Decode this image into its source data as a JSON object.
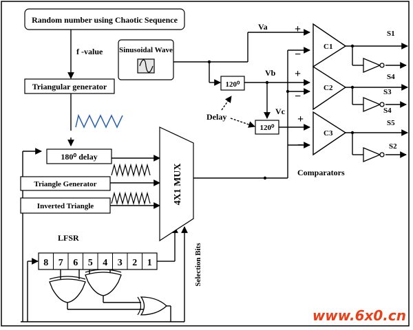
{
  "blocks": {
    "chaotic": "Random number using Chaotic Sequence",
    "fvalue": "f -value",
    "sine": "Sinusoidal Wave",
    "triangular": "Triangular generator",
    "delay180": "180⁰ delay",
    "tri_gen": "Triangle Generator",
    "inv_tri": "Inverted Triangle",
    "mux": "4X1 MUX",
    "lfsr": "LFSR",
    "selection": "Selection Bits",
    "delay_label": "Delay",
    "d120a": "120⁰",
    "d120b": "120⁰"
  },
  "lfsr_bits": [
    "8",
    "7",
    "6",
    "5",
    "4",
    "3",
    "2",
    "1"
  ],
  "signals": {
    "va": "Va",
    "vb": "Vb",
    "vc": "Vc"
  },
  "comparators": {
    "label": "Comparators",
    "names": [
      "C1",
      "C2",
      "C3"
    ],
    "plus": "+",
    "minus": "−"
  },
  "outputs": [
    "S1",
    "S4",
    "S3",
    "S4",
    "S5",
    "S2"
  ],
  "watermark": {
    "text": "www.6x0.cn",
    "color": "#e8401a"
  }
}
